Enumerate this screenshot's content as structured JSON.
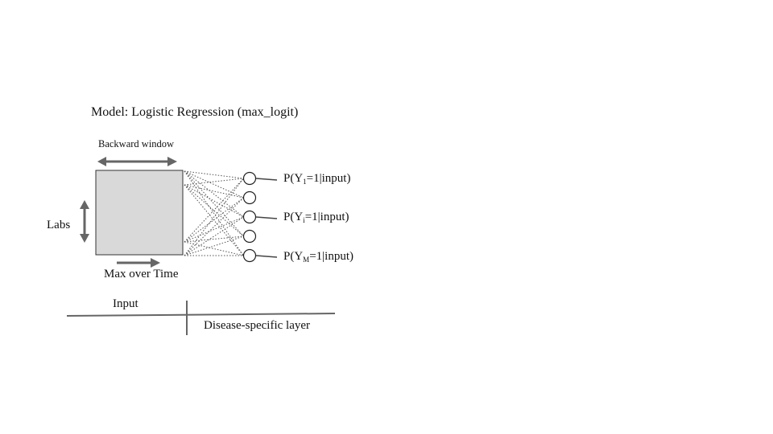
{
  "title": "Model: Logistic Regression (max_logit)",
  "labels": {
    "backward_window": "Backward window",
    "labs": "Labs",
    "max_over_time": "Max over Time",
    "input": "Input",
    "disease_layer": "Disease-specific layer"
  },
  "outputs": [
    {
      "prefix": "P(Y",
      "sub": "1",
      "suffix": "=1|input)"
    },
    {
      "prefix": "P(Y",
      "sub": "i",
      "suffix": "=1|input)"
    },
    {
      "prefix": "P(Y",
      "sub": "M",
      "suffix": "=1|input)"
    }
  ],
  "nodes": {
    "count": 5
  },
  "colors": {
    "box_fill": "#d9d9d9",
    "arrow": "#666666",
    "connector": "#555555",
    "text": "#111111"
  }
}
